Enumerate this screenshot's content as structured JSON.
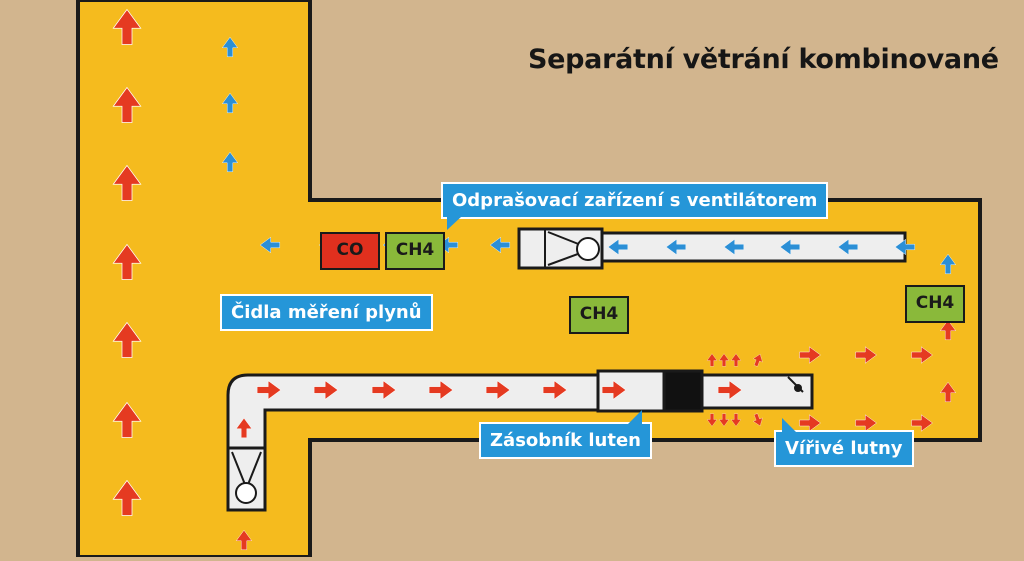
{
  "title": "Separátní větrání kombinované",
  "labels": {
    "dust_device": "Odprašovací zařízení s ventilátorem",
    "gas_sensors": "Čidla měření plynů",
    "duct_store": "Zásobník luten",
    "swirl_ducts": "Vířivé lutny"
  },
  "sensors": {
    "co": "CO",
    "ch4_a": "CH4",
    "ch4_b": "CH4",
    "ch4_c": "CH4"
  },
  "colors": {
    "background": "#d2b58e",
    "gallery": "#f5bb1e",
    "outline": "#1a1a1a",
    "duct": "#eeeeee",
    "fresh_air_arrow": "#e53a21",
    "return_air_arrow": "#2b8fd6",
    "callout": "#2596d8",
    "sensor_co": "#e0301e",
    "sensor_ch4": "#8ab93a"
  }
}
